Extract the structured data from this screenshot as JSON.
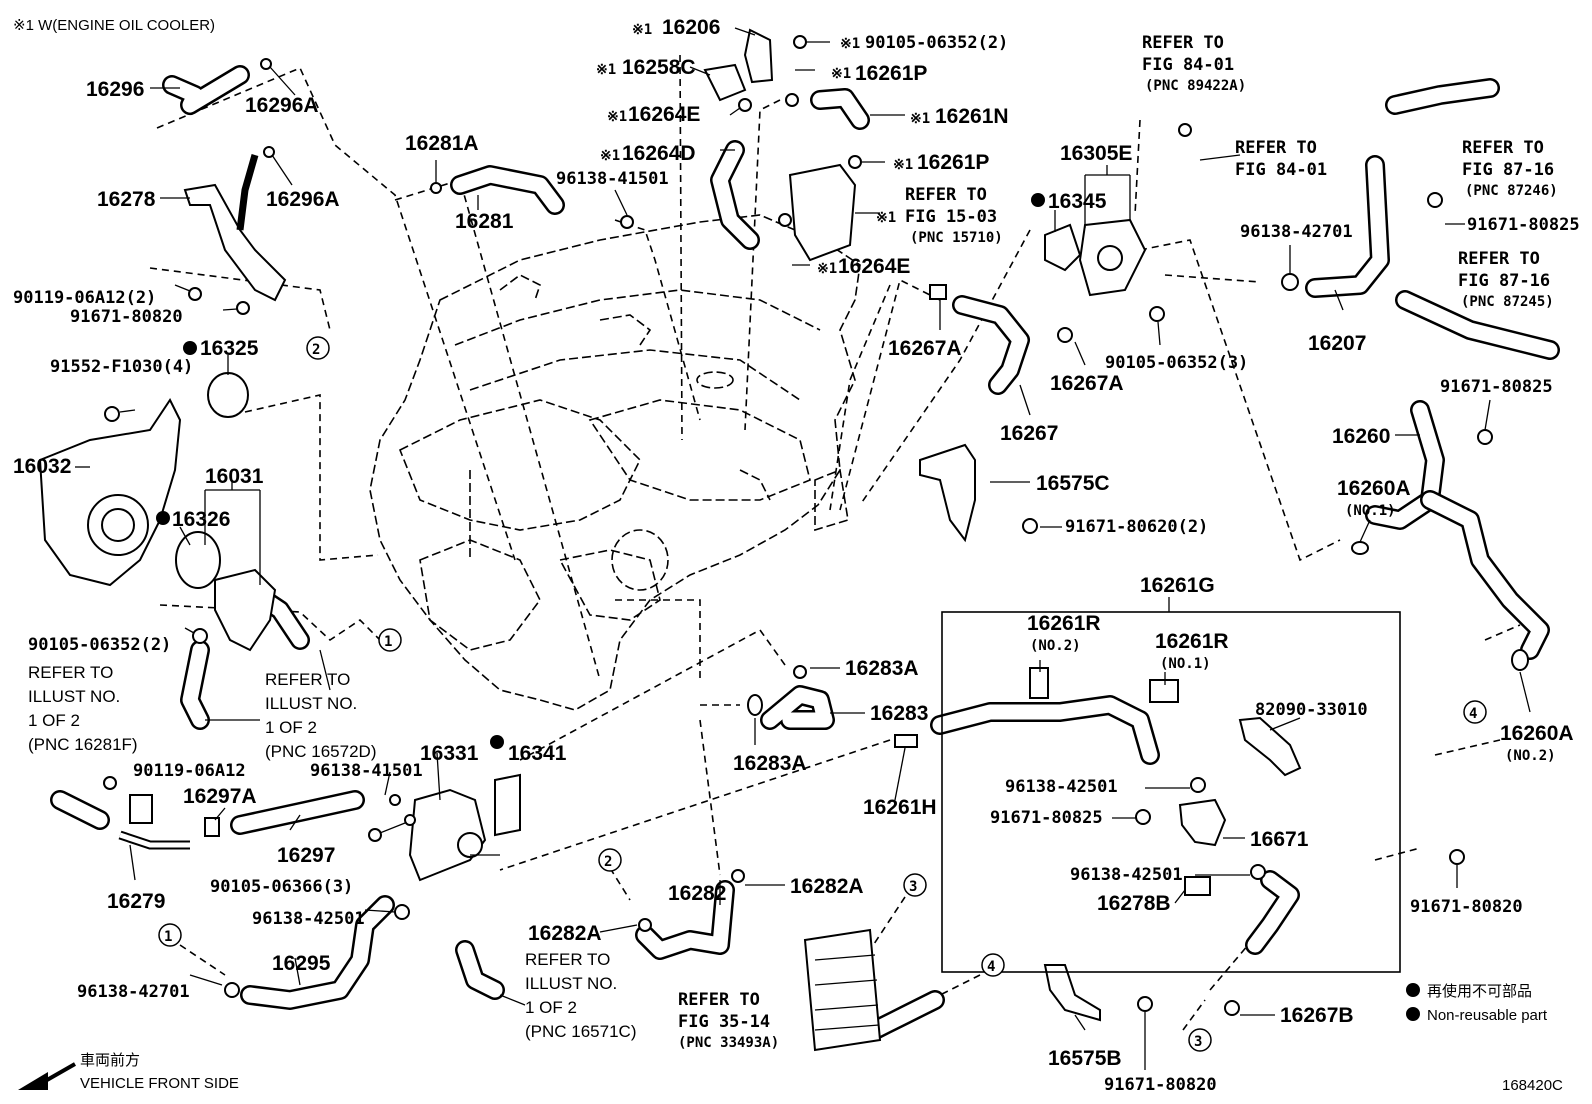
{
  "header_note": "※1  W(ENGINE OIL COOLER)",
  "footer": {
    "direction_ja": "車両前方",
    "direction_en": "VEHICLE FRONT SIDE",
    "figure_code": "168420C"
  },
  "legend": {
    "ja": "再使用不可部品",
    "en": "Non-reusable part"
  },
  "kit_box_label": "16261G",
  "labels": {
    "p16296": "16296",
    "p16296A_1": "16296A",
    "p16278": "16278",
    "p16296A_2": "16296A",
    "b90119_06A12_2": "90119-06A12(2)",
    "b91671_80820_a": "91671-80820",
    "b91552_F1030": "91552-F1030(4)",
    "p16325": "16325",
    "p16032": "16032",
    "p16031": "16031",
    "p16326": "16326",
    "b90105_06352_2": "90105-06352(2)",
    "ref1_a": "REFER TO",
    "ref1_b": "ILLUST NO.",
    "ref1_c": "1 OF 2",
    "ref1_d": "(PNC 16281F)",
    "ref2_a": "REFER TO",
    "ref2_b": "ILLUST NO.",
    "ref2_c": "1 OF 2",
    "ref2_d": "(PNC 16572D)",
    "b90119_06A12": "90119-06A12",
    "p16297A": "16297A",
    "p16297": "16297",
    "p16279": "16279",
    "b96138_41501_a": "96138-41501",
    "p16331": "16331",
    "p16341": "16341",
    "b90105_06366": "90105-06366(3)",
    "b96138_42501_a": "96138-42501",
    "p16295": "16295",
    "b96138_42701_a": "96138-42701",
    "ref3_a": "REFER TO",
    "ref3_b": "ILLUST NO.",
    "ref3_c": "1 OF 2",
    "ref3_d": "(PNC 16571C)",
    "p16206": "16206",
    "p16258C": "16258C",
    "p16264E_1": "16264E",
    "p16264D": "16264D",
    "b90105_06352_top": "90105-06352(2)",
    "p16261P_1": "16261P",
    "p16261N": "16261N",
    "p16261P_2": "16261P",
    "ref_fig1503_a": "REFER TO",
    "ref_fig1503_b": "FIG 15-03",
    "ref_fig1503_c": "(PNC 15710)",
    "p16264E_2": "16264E",
    "p16281A": "16281A",
    "p16281": "16281",
    "b96138_41501_b": "96138-41501",
    "p16305E": "16305E",
    "p16345": "16345",
    "p16267A_1": "16267A",
    "p16267A_2": "16267A",
    "b90105_06352_3": "90105-06352(3)",
    "p16267": "16267",
    "ref_8401a_a": "REFER TO",
    "ref_8401a_b": "FIG 84-01",
    "ref_8401a_c": "(PNC 89422A)",
    "ref_8401b_a": "REFER TO",
    "ref_8401b_b": "FIG 84-01",
    "p16575C": "16575C",
    "b91671_80620": "91671-80620(2)",
    "ref_8716a_a": "REFER TO",
    "ref_8716a_b": "FIG 87-16",
    "ref_8716a_c": "(PNC 87246)",
    "b91671_80825_a": "91671-80825",
    "b96138_42701_b": "96138-42701",
    "ref_8716b_a": "REFER TO",
    "ref_8716b_b": "FIG 87-16",
    "ref_8716b_c": "(PNC 87245)",
    "p16207": "16207",
    "b91671_80825_b": "91671-80825",
    "p16260": "16260",
    "p16260A_1": "16260A",
    "p16260A_1n": "(NO.1)",
    "p16260A_2": "16260A",
    "p16260A_2n": "(NO.2)",
    "p16283A_1": "16283A",
    "p16283": "16283",
    "p16283A_2": "16283A",
    "p16261H": "16261H",
    "p16282": "16282",
    "p16282A_1": "16282A",
    "p16282A_2": "16282A",
    "ref_3514_a": "REFER TO",
    "ref_3514_b": "FIG 35-14",
    "ref_3514_c": "(PNC 33493A)",
    "p16261R_2": "16261R",
    "p16261R_2n": "(NO.2)",
    "p16261R_1": "16261R",
    "p16261R_1n": "(NO.1)",
    "b82090_33010": "82090-33010",
    "b96138_42501_b": "96138-42501",
    "b91671_80825_c": "91671-80825",
    "p16671": "16671",
    "b96138_42501_c": "96138-42501",
    "p16278B": "16278B",
    "b91671_80820_b": "91671-80820",
    "p16267B": "16267B",
    "p16575B": "16575B",
    "b91671_80820_c": "91671-80820",
    "mk1": "※1",
    "c1": "1",
    "c2": "2",
    "c3": "3",
    "c4": "4"
  }
}
